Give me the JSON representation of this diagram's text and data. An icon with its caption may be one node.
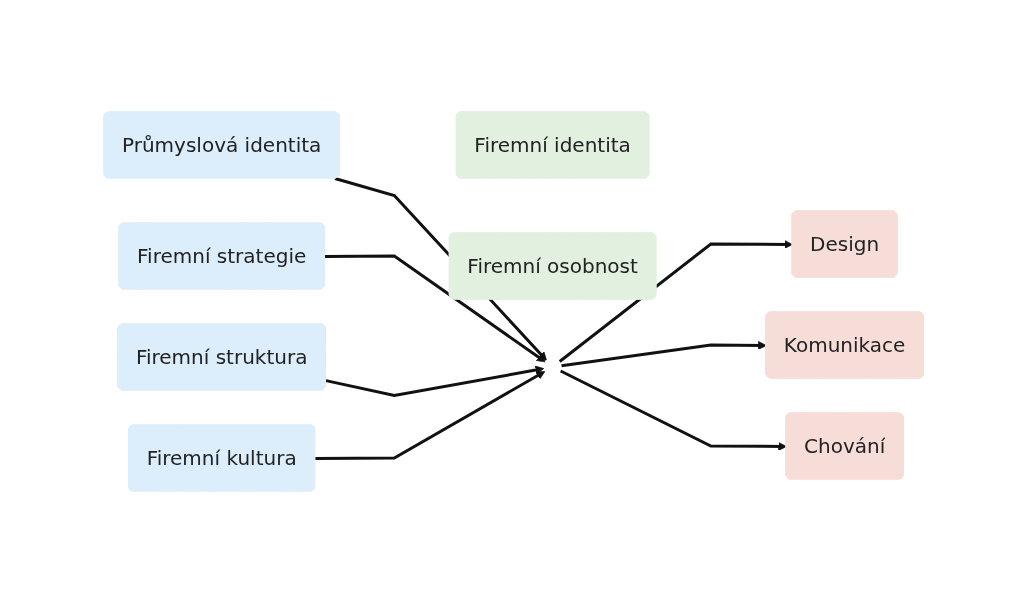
{
  "diagram": {
    "nodes": [
      {
        "text": [
          "Průmyslová identita"
        ]
      },
      {
        "text": [
          "Firemní strategie"
        ]
      },
      {
        "text": [
          "Firemní kultura"
        ]
      },
      {
        "text": [
          "Firemní struktura"
        ]
      },
      {
        "text": [
          "Firemní identita"
        ]
      },
      {
        "text": [
          "Firemní osobnost"
        ]
      },
      {
        "text": [
          "Design"
        ]
      },
      {
        "text": [
          "Komunikace"
        ]
      },
      {
        "text": [
          "Chování"
        ]
      }
    ],
    "edges": [
      {
        "from": 0,
        "to": null,
        "arrow": "to"
      },
      {
        "from": 1,
        "to": null,
        "arrow": "to"
      },
      {
        "from": 2,
        "to": null,
        "arrow": "to"
      },
      {
        "from": 3,
        "to": null,
        "arrow": "to"
      },
      {
        "from": null,
        "to": 6,
        "arrow": "to"
      },
      {
        "from": null,
        "to": 7,
        "arrow": "to"
      },
      {
        "from": null,
        "to": 8,
        "arrow": "to"
      }
    ]
  }
}
